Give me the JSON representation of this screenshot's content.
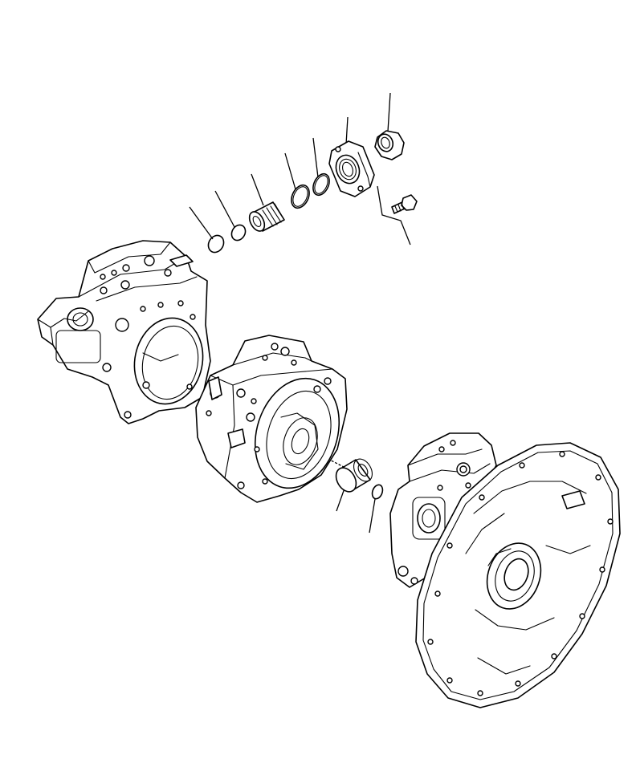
{
  "diagram": {
    "kind": "exploded-parts-view",
    "line_color": "#000000",
    "background": "#ffffff",
    "parts": [
      {
        "id": "o-ring-small-1",
        "icon": "o-ring-icon"
      },
      {
        "id": "o-ring-small-2",
        "icon": "o-ring-icon"
      },
      {
        "id": "threaded-plug",
        "icon": "plug-icon"
      },
      {
        "id": "o-ring-large-1",
        "icon": "o-ring-icon"
      },
      {
        "id": "o-ring-large-2",
        "icon": "o-ring-icon"
      },
      {
        "id": "flange",
        "icon": "flange-icon"
      },
      {
        "id": "nut",
        "icon": "nut-icon"
      },
      {
        "id": "bolt",
        "icon": "bolt-icon"
      },
      {
        "id": "bushing",
        "icon": "bushing-icon"
      },
      {
        "id": "snap-ring",
        "icon": "snap-ring-icon"
      },
      {
        "id": "rear-pump-housing",
        "icon": "pump-housing-icon"
      },
      {
        "id": "middle-pump-housing",
        "icon": "pump-housing-icon"
      },
      {
        "id": "front-pump-housing",
        "icon": "bell-housing-icon"
      }
    ]
  }
}
